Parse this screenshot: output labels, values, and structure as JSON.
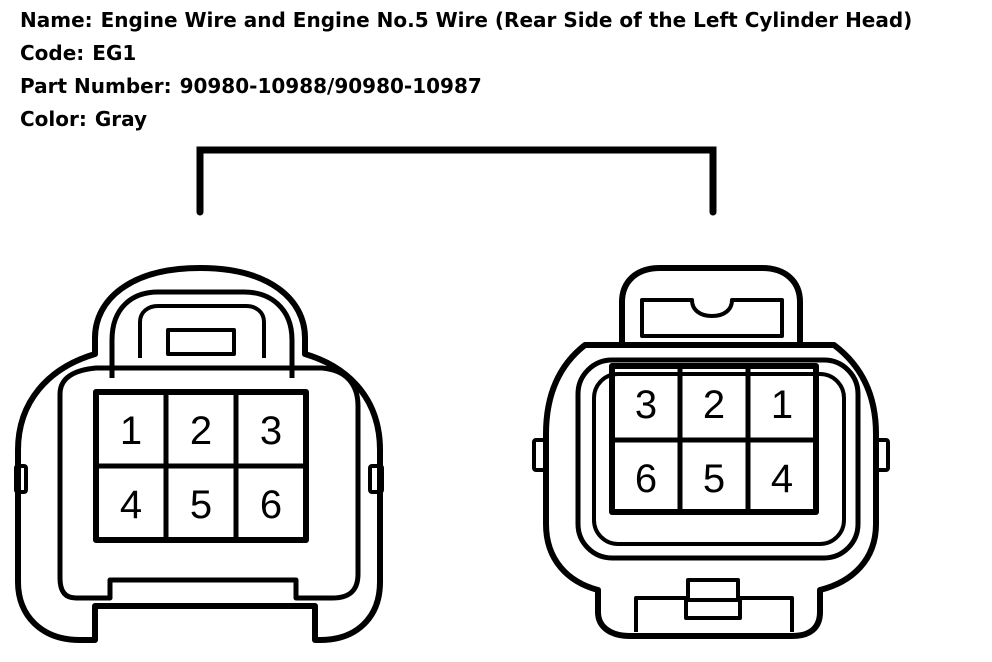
{
  "header": {
    "name_label": "Name:",
    "name_value": "Engine Wire and Engine No.5 Wire (Rear Side of the Left Cylinder Head)",
    "code_label": "Code:",
    "code_value": "EG1",
    "part_label": "Part Number:",
    "part_value": "90980-10988/90980-10987",
    "color_label": "Color:",
    "color_value": "Gray"
  },
  "left_connector": {
    "pins": [
      "1",
      "2",
      "3",
      "4",
      "5",
      "6"
    ]
  },
  "right_connector": {
    "pins": [
      "3",
      "2",
      "1",
      "6",
      "5",
      "4"
    ]
  },
  "colors": {
    "line": "#000000",
    "background": "#ffffff"
  }
}
